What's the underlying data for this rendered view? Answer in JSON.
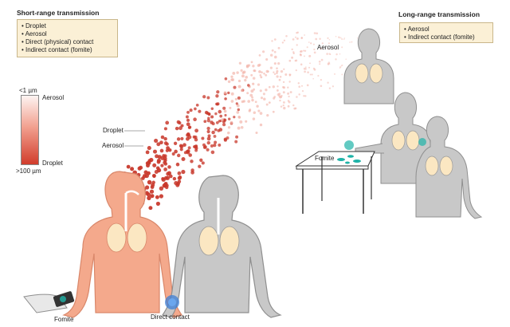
{
  "short_range": {
    "title": "Short-range transmission",
    "items": [
      "• Droplet",
      "• Aerosol",
      "• Direct (physical) contact",
      "• Indirect contact (fomite)"
    ]
  },
  "long_range": {
    "title": "Long-range transmission",
    "items": [
      "• Aerosol",
      "• Indirect contact (fomite)"
    ]
  },
  "scale": {
    "top_label": "<1 µm",
    "top_name": "Aerosol",
    "bottom_label": ">100 µm",
    "bottom_name": "Droplet"
  },
  "labels": {
    "droplet": "Droplet",
    "aerosol": "Aerosol",
    "aerosol_far": "Aerosol",
    "fomite_table": "Fomite",
    "fomite_phone": "Fomite",
    "direct_contact": "Direct contact"
  },
  "colors": {
    "infected_body": "#f4a98c",
    "infected_outline": "#d9876a",
    "healthy_body": "#c8c8c8",
    "healthy_outline": "#8f8f8f",
    "lungs": "#fbe7c2",
    "droplet_dark": "#c8372a",
    "droplet_light": "#f2b3a8",
    "fomite": "#1fb3a8",
    "contact_glow": "#3e7fd6",
    "box_fill": "#fbf0d6"
  }
}
